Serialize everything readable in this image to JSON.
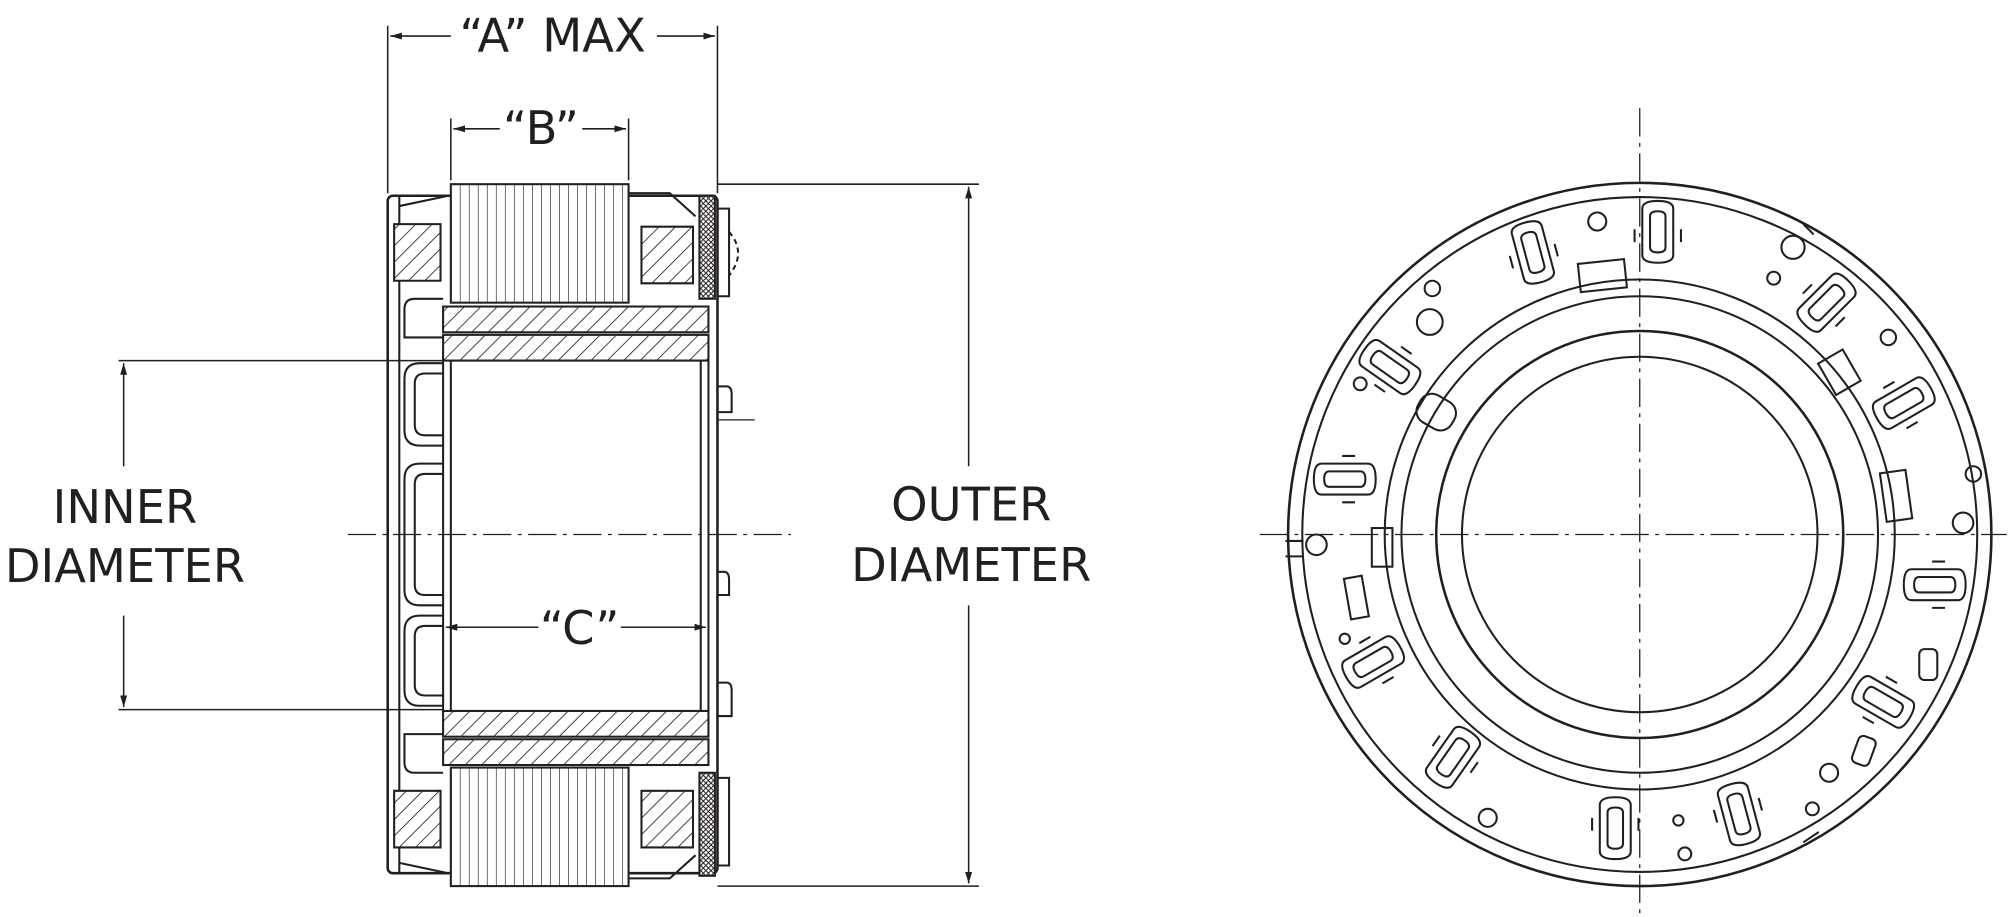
{
  "labels": {
    "a_max": "“A” MAX",
    "b": "“B”",
    "c": "“C”",
    "inner_line1": "INNER",
    "inner_line2": "DIAMETER",
    "outer_line1": "OUTER",
    "outer_line2": "DIAMETER"
  },
  "style": {
    "line_color": "#231f20",
    "background": "#ffffff"
  }
}
